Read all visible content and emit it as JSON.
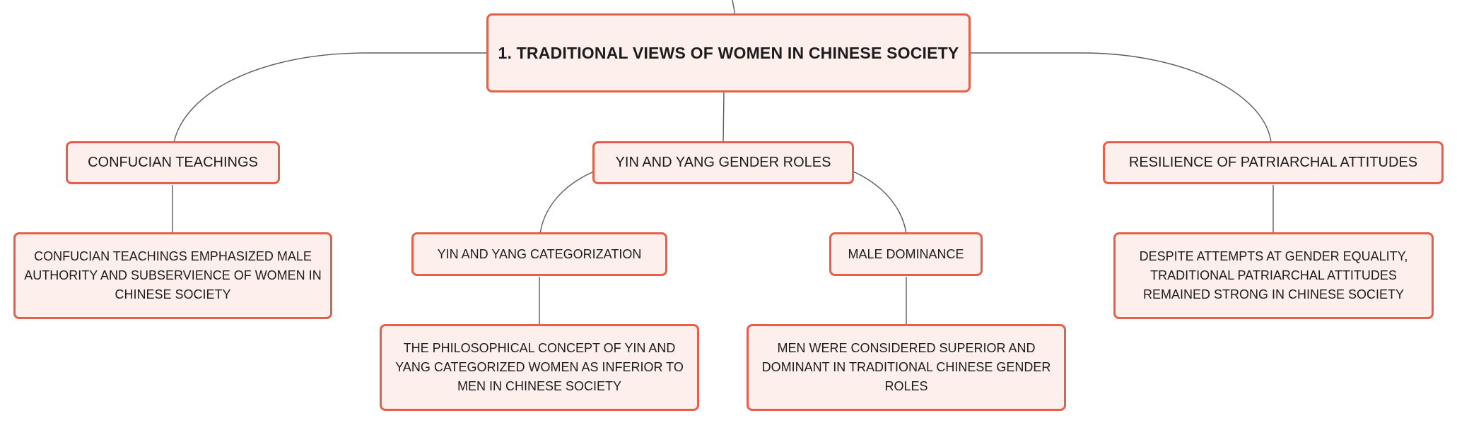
{
  "colors": {
    "node_border": "#e5604a",
    "node_fill": "#fdf0ec",
    "connector": "#5a5a5a",
    "text": "#1c1c1c"
  },
  "root": {
    "title": "1. TRADITIONAL VIEWS OF WOMEN IN CHINESE SOCIETY"
  },
  "branches": {
    "confucian": {
      "label": "CONFUCIAN TEACHINGS",
      "detail": "CONFUCIAN TEACHINGS EMPHASIZED MALE AUTHORITY AND SUBSERVIENCE OF WOMEN IN CHINESE SOCIETY"
    },
    "yin_yang": {
      "label": "YIN AND YANG GENDER ROLES",
      "categorization": {
        "label": "YIN AND YANG CATEGORIZATION",
        "detail": "THE PHILOSOPHICAL CONCEPT OF YIN AND YANG CATEGORIZED WOMEN AS INFERIOR TO MEN IN CHINESE SOCIETY"
      },
      "male_dominance": {
        "label": "MALE DOMINANCE",
        "detail": "MEN WERE CONSIDERED SUPERIOR AND DOMINANT IN TRADITIONAL CHINESE GENDER ROLES"
      }
    },
    "resilience": {
      "label": "RESILIENCE OF PATRIARCHAL ATTITUDES",
      "detail": "DESPITE ATTEMPTS AT GENDER EQUALITY, TRADITIONAL PATRIARCHAL ATTITUDES REMAINED STRONG IN CHINESE SOCIETY"
    }
  }
}
